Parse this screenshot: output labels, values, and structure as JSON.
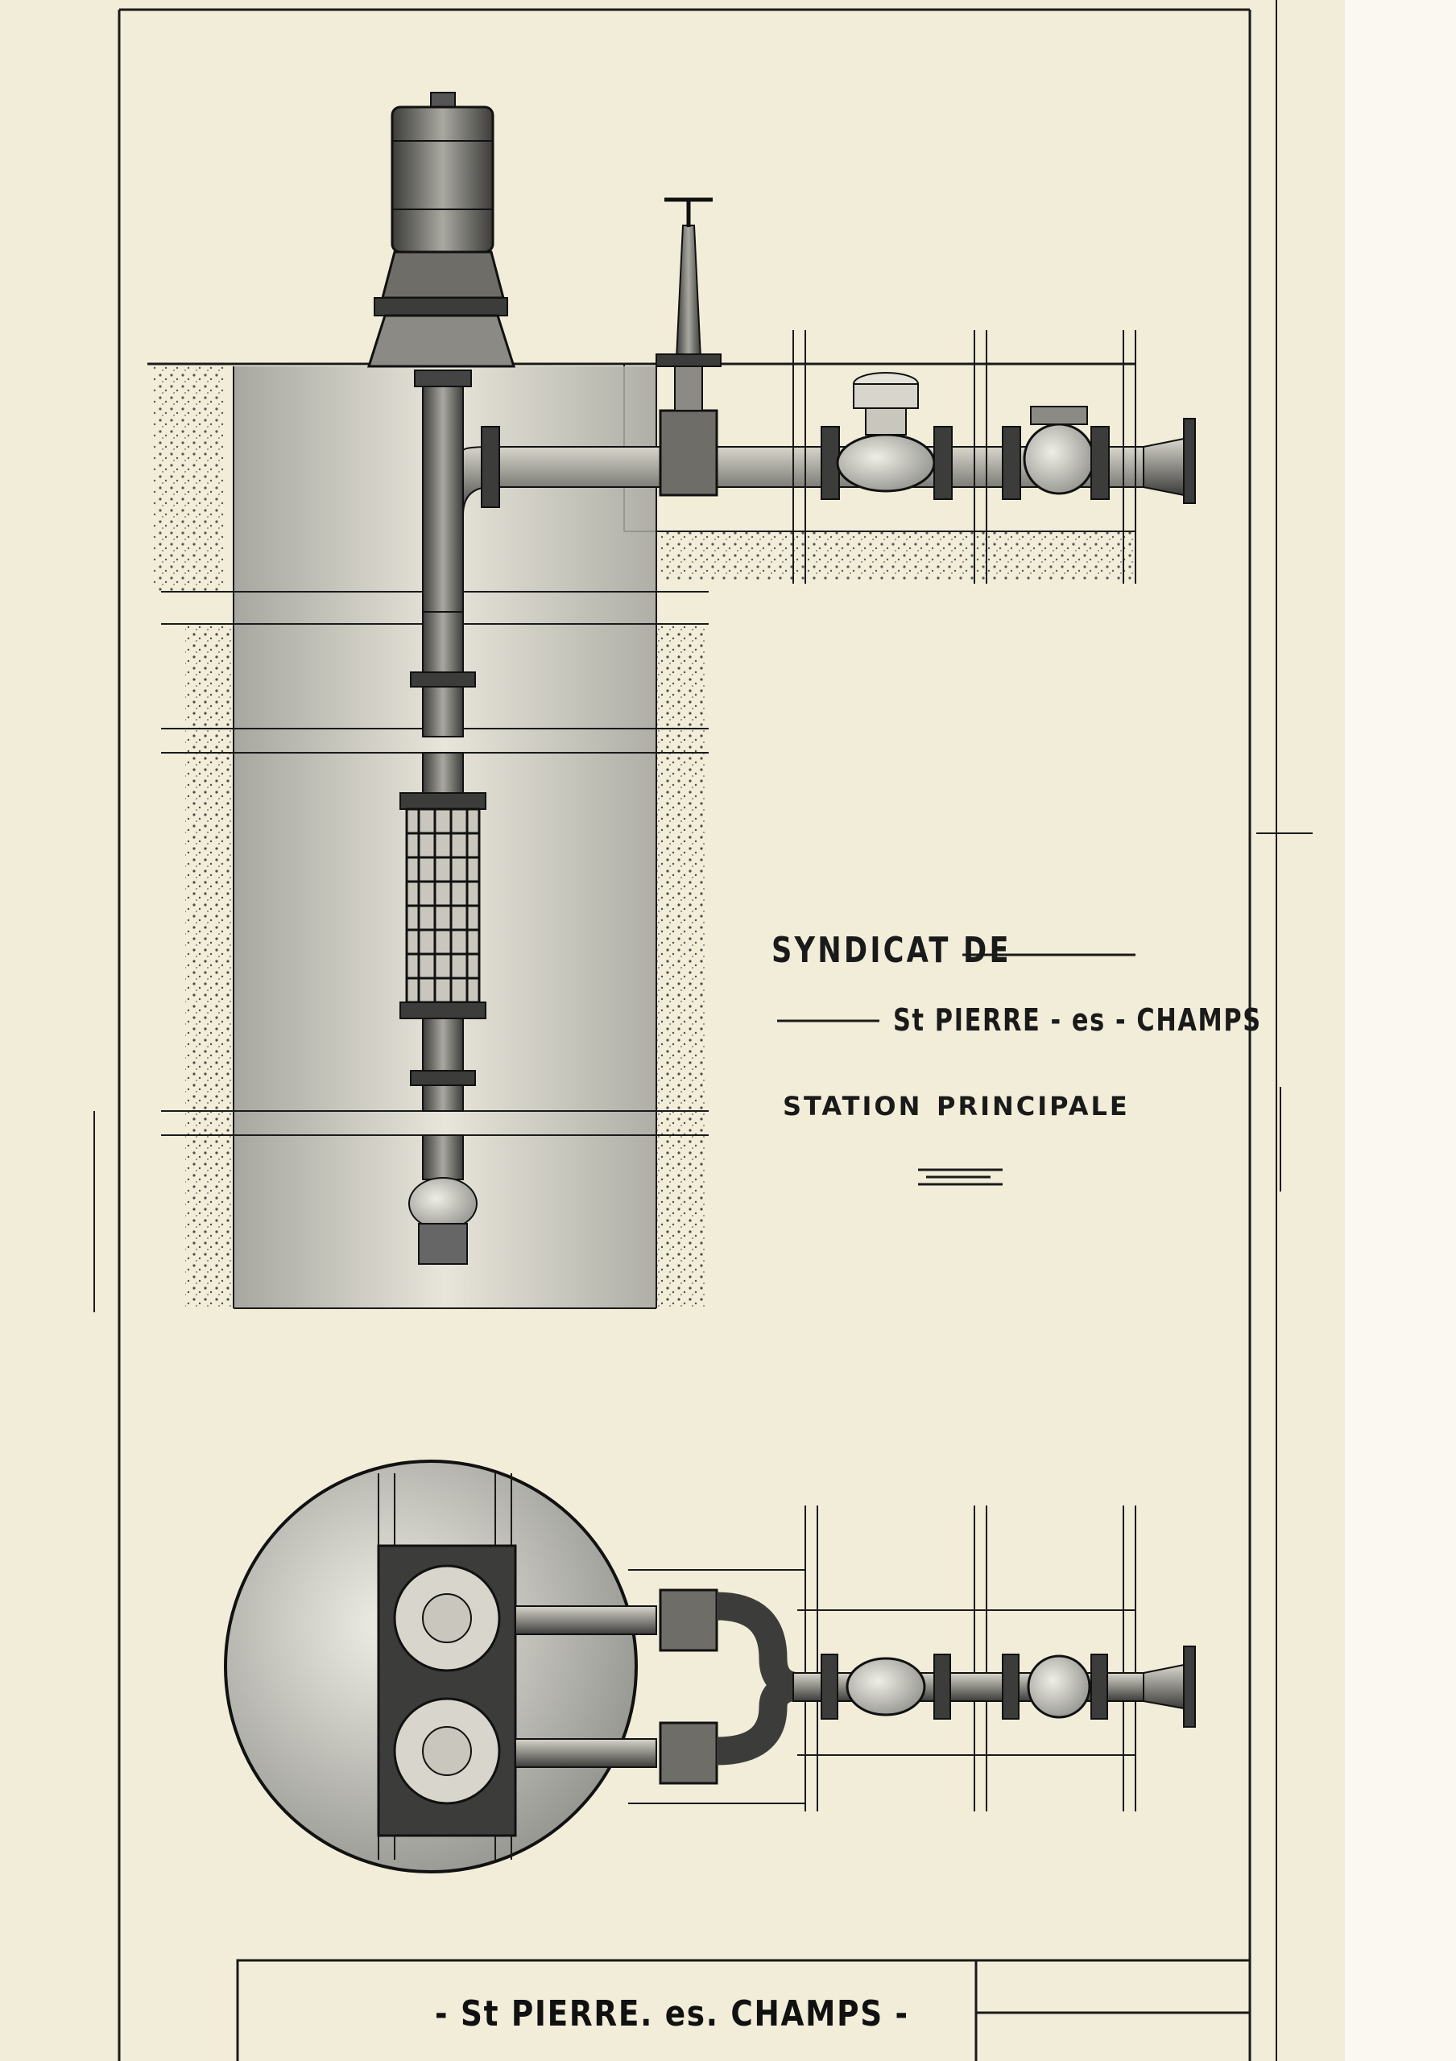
{
  "drawing": {
    "title_lines": {
      "syndicat": "SYNDICAT   DE",
      "place": "St PIERRE - es - CHAMPS",
      "station": "STATION",
      "principale": "PRINCIPALE"
    },
    "cartouche": {
      "place": "- St PIERRE. es. CHAMPS -"
    },
    "colors": {
      "paper": "#f1edd9",
      "ink": "#1a1a1a",
      "shade": "#8f8f8a"
    }
  }
}
